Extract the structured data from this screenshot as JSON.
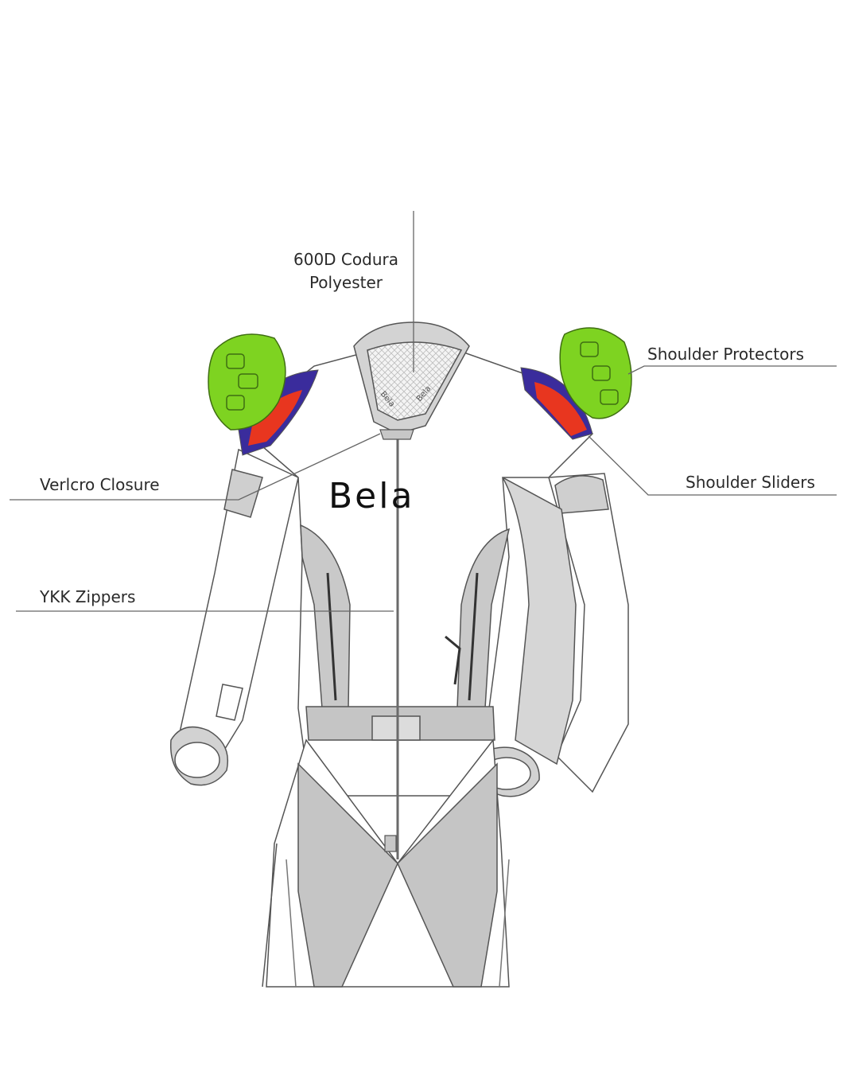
{
  "brand": "Bela",
  "colors": {
    "protector": "#7ed321",
    "slider_red": "#e8361f",
    "slider_blue": "#3a2c9c",
    "panel_grey": "#c9c9c9",
    "outline": "#555555",
    "leader": "#666666"
  },
  "labels": {
    "codura_line1": "600D Codura",
    "codura_line2": "Polyester",
    "shoulder_protectors": "Shoulder Protectors",
    "shoulder_sliders": "Shoulder Sliders",
    "velcro_closure": "Verlcro Closure",
    "ykk_zippers": "YKK Zippers"
  }
}
